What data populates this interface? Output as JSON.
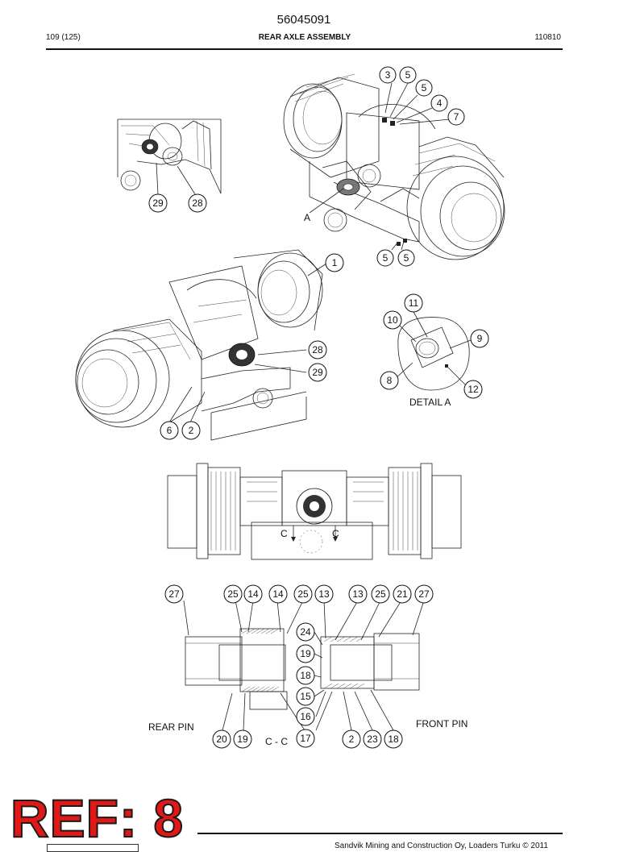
{
  "header": {
    "document_number": "56045091",
    "page": "109 (125)",
    "title": "REAR AXLE ASSEMBLY",
    "code": "110810"
  },
  "stamp": "REF: 8",
  "footer": {
    "text": "Sandvik Mining and Construction Oy, Loaders Turku © 2011"
  },
  "labels": {
    "view_a": "A",
    "detail_a": "DETAIL A",
    "section_c_left": "C",
    "section_c_right": "C",
    "rear_pin": "REAR PIN",
    "front_pin": "FRONT PIN",
    "section_cc": "C - C"
  },
  "callouts": {
    "top_3": "3",
    "top_5a": "5",
    "top_5b": "5",
    "top_4": "4",
    "top_7": "7",
    "top_5c": "5",
    "top_5d": "5",
    "inset_29": "29",
    "inset_28": "28",
    "main_1": "1",
    "main_28": "28",
    "main_29": "29",
    "main_6": "6",
    "main_2": "2",
    "det_11": "11",
    "det_10": "10",
    "det_9": "9",
    "det_8": "8",
    "det_12": "12",
    "cc_27a": "27",
    "cc_25a": "25",
    "cc_14a": "14",
    "cc_14b": "14",
    "cc_25b": "25",
    "cc_13a": "13",
    "cc_13b": "13",
    "cc_25c": "25",
    "cc_21": "21",
    "cc_27b": "27",
    "cc_24": "24",
    "cc_19a": "19",
    "cc_18a": "18",
    "cc_15": "15",
    "cc_16": "16",
    "cc_17": "17",
    "cc_20": "20",
    "cc_19b": "19",
    "cc_2": "2",
    "cc_23": "23",
    "cc_18b": "18"
  }
}
